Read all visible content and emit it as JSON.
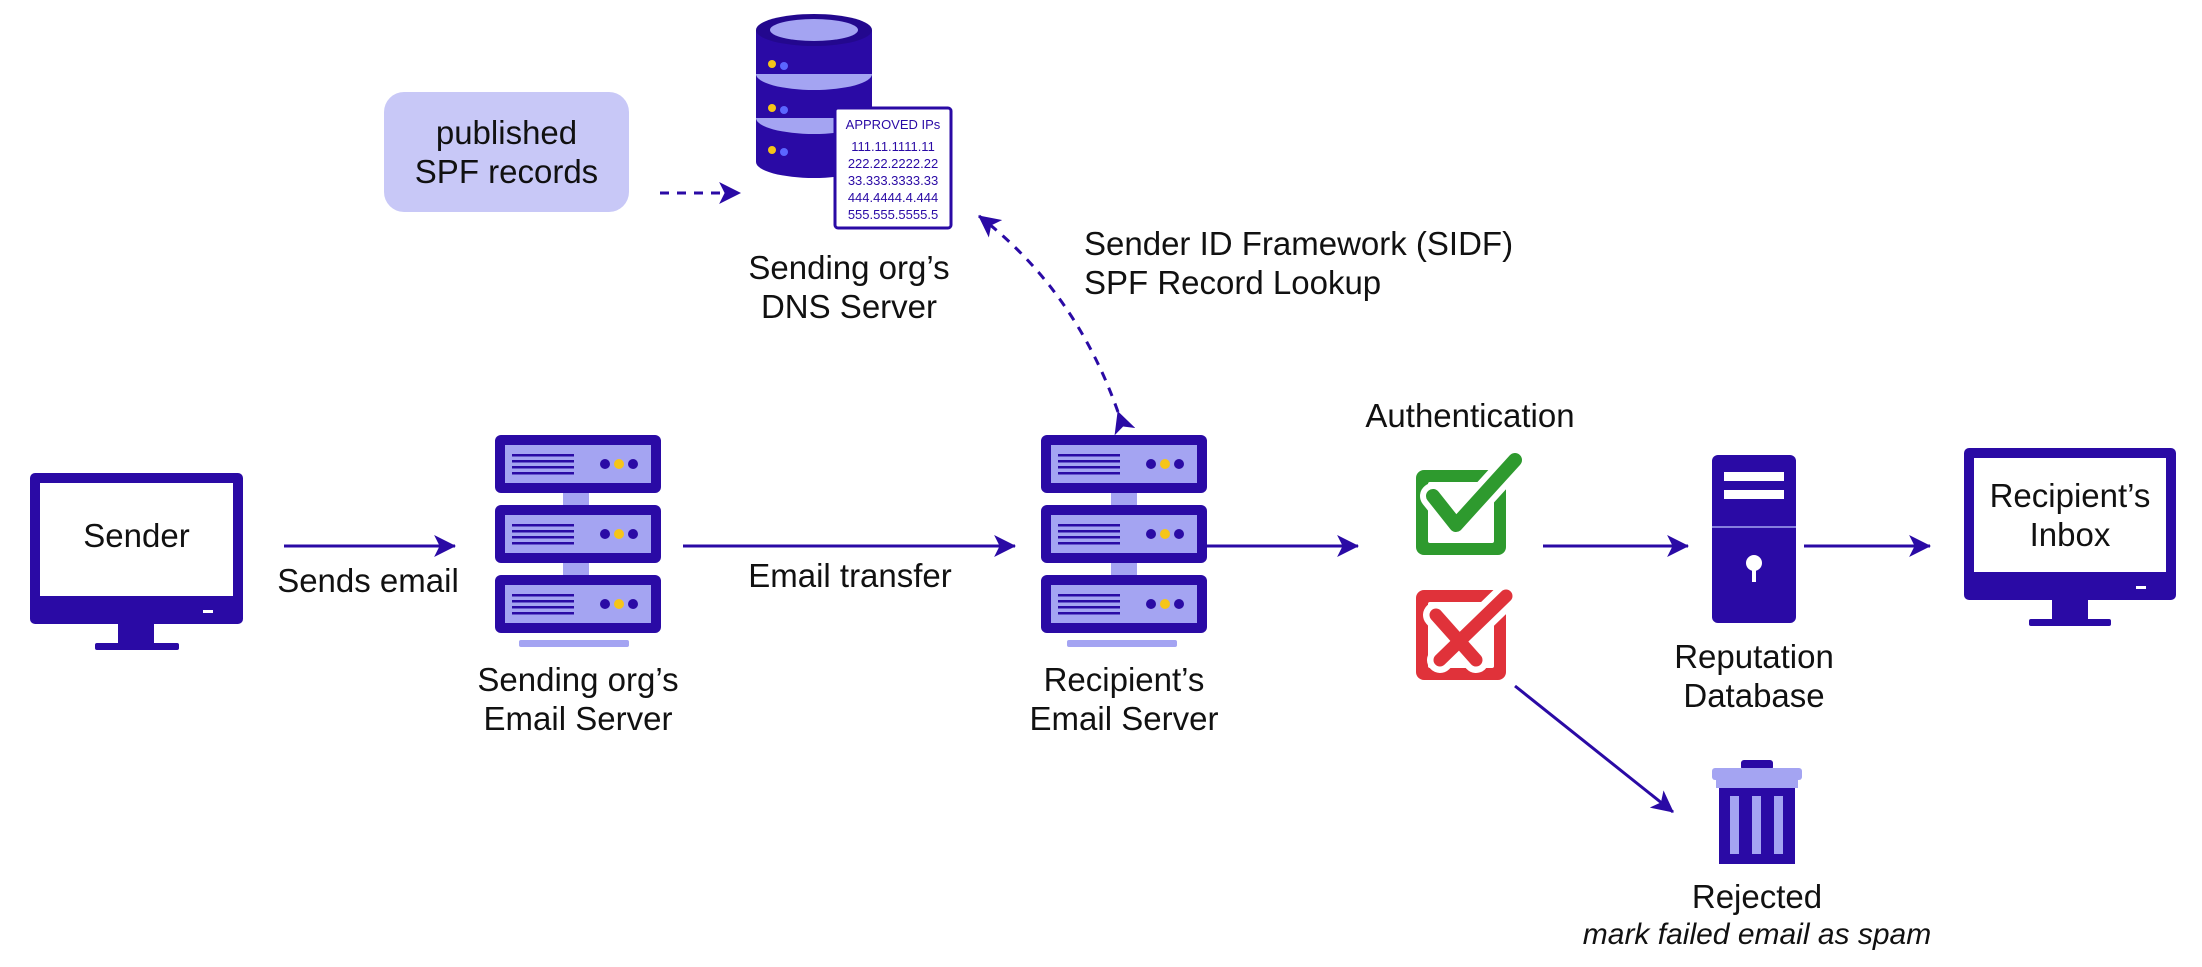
{
  "colors": {
    "primary": "#2a0aa5",
    "dark": "#23088e",
    "light": "#a4a4f2",
    "pale": "#c8c8f7",
    "check_green": "#2e9a2e",
    "reject_red": "#e0323a",
    "led_yellow": "#f5c518",
    "led_blue": "#5b66ff"
  },
  "nodes": {
    "spf_pill": {
      "label_line1": "published",
      "label_line2": "SPF records"
    },
    "dns_server": {
      "label_line1": "Sending org’s",
      "label_line2": "DNS Server",
      "record_title": "APPROVED IPs",
      "ips": [
        "111.11.1111.11",
        "222.22.2222.22",
        "33.333.3333.33",
        "444.4444.4.444",
        "555.555.5555.5"
      ]
    },
    "sender": {
      "label": "Sender"
    },
    "sending_server": {
      "label_line1": "Sending org’s",
      "label_line2": "Email Server"
    },
    "recipient_server": {
      "label_line1": "Recipient’s",
      "label_line2": "Email Server"
    },
    "authentication": {
      "label": "Authentication"
    },
    "reputation_db": {
      "label_line1": "Reputation",
      "label_line2": "Database"
    },
    "inbox": {
      "label_line1": "Recipient’s",
      "label_line2": "Inbox"
    },
    "rejected": {
      "label": "Rejected",
      "sublabel": "mark failed email as spam"
    }
  },
  "edges": {
    "sends_email": "Sends email",
    "email_transfer": "Email transfer",
    "sidf_line1": "Sender ID Framework (SIDF)",
    "sidf_line2": "SPF Record Lookup"
  }
}
